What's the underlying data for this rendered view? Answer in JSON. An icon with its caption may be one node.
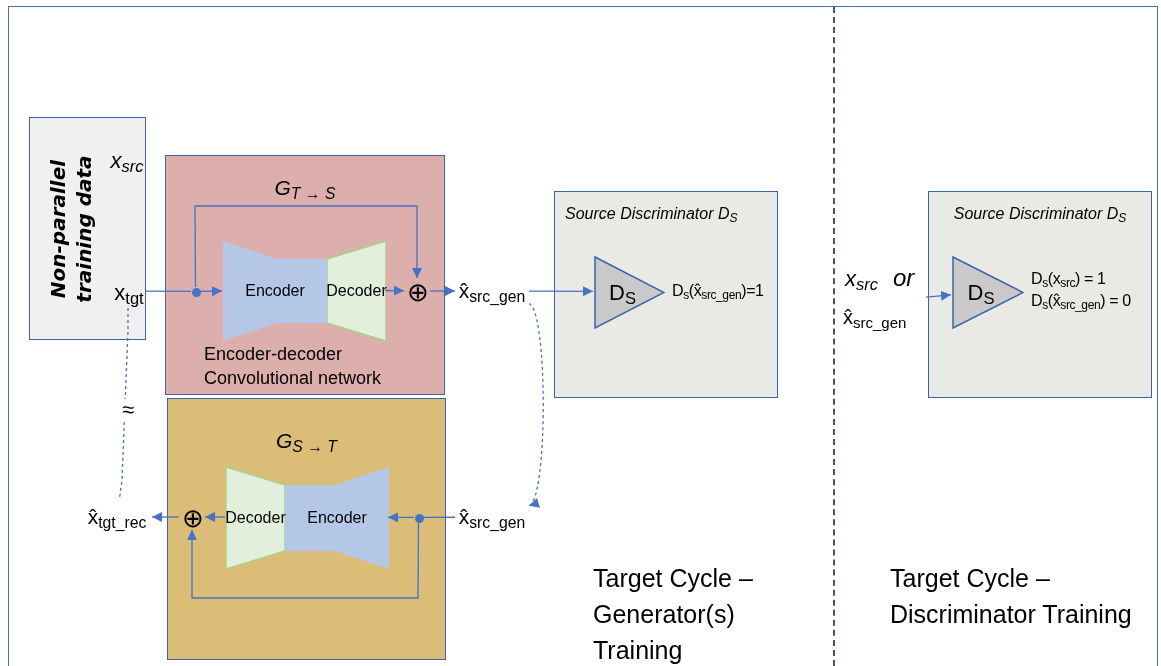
{
  "diagram": {
    "nodes": [
      {
        "text": [
          "Non-parallel training data"
        ]
      },
      {
        "text": [
          "x$_{src}$"
        ],
        "in": 0
      },
      {
        "text": [
          "x$_{tgt}$"
        ],
        "in": 0
      },
      {
        "text": [
          "G$_{T → S}$",
          "Encoder-decoder Convolutional network"
        ]
      },
      {
        "text": [
          "Encoder"
        ],
        "in": 3
      },
      {
        "text": [
          "Decoder"
        ],
        "in": 3
      },
      {
        "text": [],
        "shape": "circle",
        "in": 3
      },
      {
        "text": [
          "⊕"
        ],
        "in": 3
      },
      {
        "text": [
          "x̂$_{src_gen}$"
        ]
      },
      {
        "text": [
          "Source Discriminator D$_{S}$"
        ]
      },
      {
        "text": [
          "D$_{S}$"
        ],
        "in": 9,
        "beside": [
          "D$_{s}$(x̂$_{src_gen}$)=1"
        ]
      },
      {
        "text": [
          "G$_{S → T}$"
        ]
      },
      {
        "text": [
          "Decoder"
        ],
        "in": 11
      },
      {
        "text": [
          "Encoder"
        ],
        "in": 11
      },
      {
        "text": [],
        "shape": "circle",
        "in": 11
      },
      {
        "text": [
          "⊕"
        ],
        "in": 11
      },
      {
        "text": [
          "x̂$_{src_gen}$"
        ]
      },
      {
        "text": [
          "x̂$_{tgt_rec}$"
        ]
      },
      {
        "text": [
          "x$_{src}$",
          "or",
          "x̂$_{src_gen}$"
        ]
      },
      {
        "text": [
          "Source Discriminator D$_{S}$"
        ]
      },
      {
        "text": [
          "D$_{S}$"
        ],
        "in": 19,
        "beside": [
          "D$_{s}$(x$_{src}$) = 1",
          "D$_{s}$(x̂$_{src_gen}$) = 0"
        ]
      }
    ],
    "edges": [
      {
        "from": 2,
        "to": 6,
        "arrow": "none"
      },
      {
        "from": 6,
        "to": 4,
        "arrow": "to"
      },
      {
        "from": 6,
        "to": 7,
        "arrow": "to"
      },
      {
        "from": 5,
        "to": 7,
        "arrow": "to"
      },
      {
        "from": 7,
        "to": 8,
        "arrow": "to"
      },
      {
        "from": 8,
        "to": 10,
        "arrow": "to"
      },
      {
        "from": 8,
        "to": 16,
        "arrow": "to",
        "style": "dashed"
      },
      {
        "from": 16,
        "to": 14,
        "arrow": "none"
      },
      {
        "from": 14,
        "to": 13,
        "arrow": "to"
      },
      {
        "from": 14,
        "to": 15,
        "arrow": "to"
      },
      {
        "from": 12,
        "to": 15,
        "arrow": "to"
      },
      {
        "from": 15,
        "to": 17,
        "arrow": "to"
      },
      {
        "from": 2,
        "to": 17,
        "arrow": "none",
        "style": "dashed",
        "label": "≈"
      },
      {
        "from": 18,
        "to": 20,
        "arrow": "to"
      }
    ],
    "labels": [
      "Target Cycle – Generator(s) Training",
      "Target Cycle – Discriminator Training"
    ]
  }
}
